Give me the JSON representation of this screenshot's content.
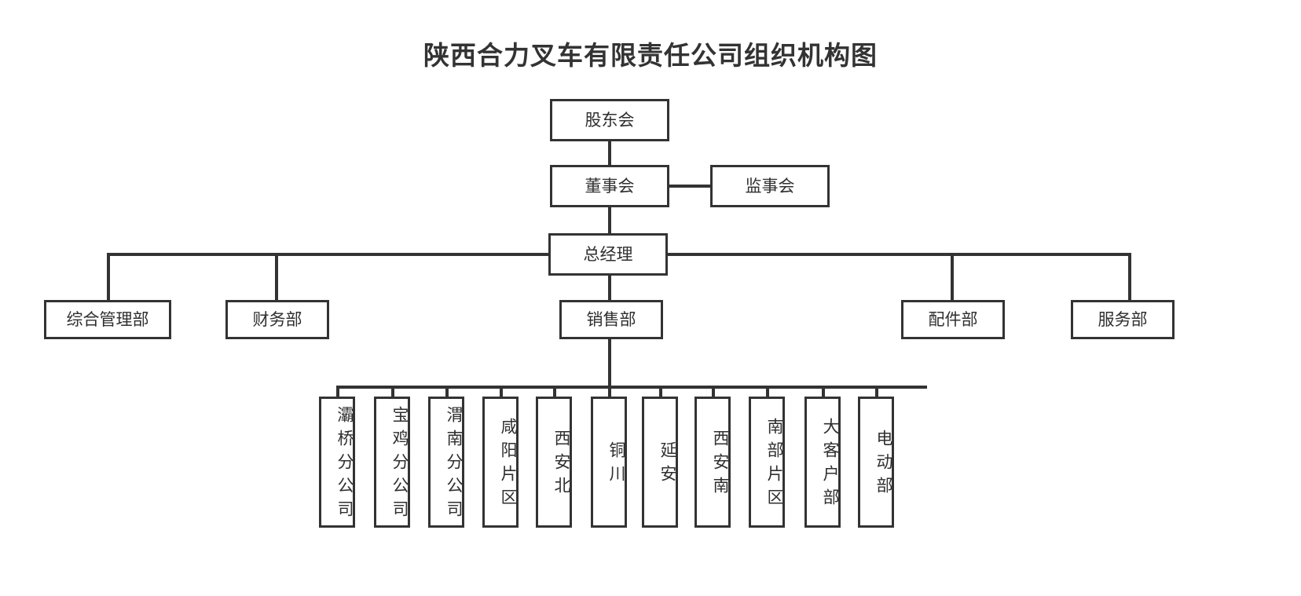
{
  "title": "陕西合力叉车有限责任公司组织机构图",
  "diagram": {
    "type": "org-chart",
    "orientation": "top-down",
    "levels": [
      {
        "level": 1,
        "nodes": [
          {
            "id": "shareholders",
            "label": "股东会"
          }
        ]
      },
      {
        "level": 2,
        "nodes": [
          {
            "id": "board-of-directors",
            "label": "董事会"
          },
          {
            "id": "board-of-supervisors",
            "label": "监事会"
          }
        ]
      },
      {
        "level": 3,
        "nodes": [
          {
            "id": "general-manager",
            "label": "总经理"
          }
        ]
      },
      {
        "level": 4,
        "nodes": [
          {
            "id": "general-admin-dept",
            "label": "综合管理部"
          },
          {
            "id": "finance-dept",
            "label": "财务部"
          },
          {
            "id": "sales-dept",
            "label": "销售部"
          },
          {
            "id": "parts-dept",
            "label": "配件部"
          },
          {
            "id": "service-dept",
            "label": "服务部"
          }
        ]
      },
      {
        "level": 5,
        "nodes": [
          {
            "id": "baqiao-branch",
            "label": "灞桥分公司"
          },
          {
            "id": "baoji-branch",
            "label": "宝鸡分公司"
          },
          {
            "id": "weinan-branch",
            "label": "渭南分公司"
          },
          {
            "id": "xianyang-area",
            "label": "咸阳片区"
          },
          {
            "id": "xian-north",
            "label": "西安北"
          },
          {
            "id": "tongchuan",
            "label": "铜川"
          },
          {
            "id": "yanan",
            "label": "延安"
          },
          {
            "id": "xian-south",
            "label": "西安南"
          },
          {
            "id": "southern-area",
            "label": "南部片区"
          },
          {
            "id": "key-account-dept",
            "label": "大客户部"
          },
          {
            "id": "electric-dept",
            "label": "电动部"
          }
        ]
      }
    ],
    "edges": [
      {
        "from": "shareholders",
        "to": "board-of-directors"
      },
      {
        "from": "board-of-directors",
        "to": "board-of-supervisors"
      },
      {
        "from": "board-of-directors",
        "to": "general-manager"
      },
      {
        "from": "general-manager",
        "to": "general-admin-dept"
      },
      {
        "from": "general-manager",
        "to": "finance-dept"
      },
      {
        "from": "general-manager",
        "to": "sales-dept"
      },
      {
        "from": "general-manager",
        "to": "parts-dept"
      },
      {
        "from": "general-manager",
        "to": "service-dept"
      },
      {
        "from": "sales-dept",
        "to": "baqiao-branch"
      },
      {
        "from": "sales-dept",
        "to": "baoji-branch"
      },
      {
        "from": "sales-dept",
        "to": "weinan-branch"
      },
      {
        "from": "sales-dept",
        "to": "xianyang-area"
      },
      {
        "from": "sales-dept",
        "to": "xian-north"
      },
      {
        "from": "sales-dept",
        "to": "tongchuan"
      },
      {
        "from": "sales-dept",
        "to": "yanan"
      },
      {
        "from": "sales-dept",
        "to": "xian-south"
      },
      {
        "from": "sales-dept",
        "to": "southern-area"
      },
      {
        "from": "sales-dept",
        "to": "key-account-dept"
      },
      {
        "from": "sales-dept",
        "to": "electric-dept"
      }
    ]
  },
  "colors": {
    "background": "#ffffff",
    "box_border": "#333333",
    "line": "#333333",
    "text": "#2f2f2f",
    "title_text": "#333333"
  }
}
